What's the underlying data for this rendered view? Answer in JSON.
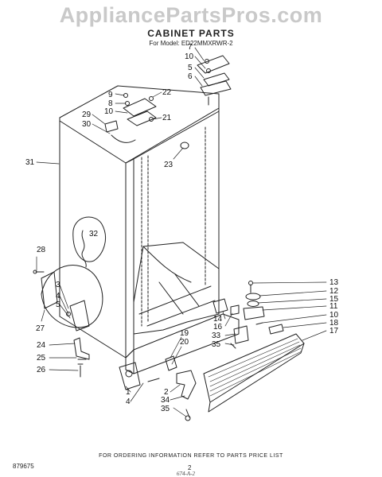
{
  "watermark": "AppliancePartsPros.com",
  "header": {
    "title": "CABINET PARTS",
    "model": "For Model: ED22MMXRWR-2"
  },
  "footer": {
    "figure_number": "879675",
    "order_note": "FOR ORDERING INFORMATION REFER TO PARTS PRICE LIST",
    "page_number": "2",
    "handwritten_ref": "674-A-2"
  },
  "callouts": {
    "c7": "7",
    "c10_top": "10",
    "c5_top": "5",
    "c6": "6",
    "c9": "9",
    "c8": "8",
    "c10_mid": "10",
    "c22": "22",
    "c21": "21",
    "c29": "29",
    "c30": "30",
    "c23": "23",
    "c31": "31",
    "c32": "32",
    "c28": "28",
    "c3": "3",
    "c4_left": "4",
    "c5_left": "5",
    "c27": "27",
    "c24": "24",
    "c25": "25",
    "c26": "26",
    "c13": "13",
    "c12": "12",
    "c15": "15",
    "c11": "11",
    "c10_right": "10",
    "c18": "18",
    "c17": "17",
    "c14": "14",
    "c16": "16",
    "c33": "33",
    "c35_right": "35",
    "c19": "19",
    "c20": "20",
    "c1": "1",
    "c4_bottom": "4",
    "c2": "2",
    "c34": "34",
    "c35_bottom": "35"
  }
}
